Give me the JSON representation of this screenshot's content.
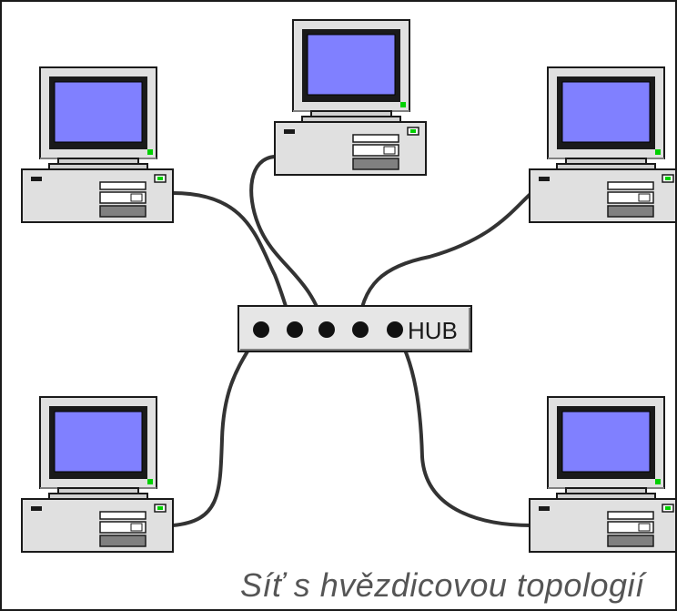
{
  "diagram": {
    "hub_label": "HUB",
    "caption": "Síť s hvězdicovou topologií",
    "computer_count": 5,
    "hub_port_count": 5
  },
  "colors": {
    "screen": "#8080ff",
    "bezel": "#1a1a1a",
    "case": "#e0e0e0",
    "case_shadow": "#808080",
    "led": "#00d000",
    "cable": "#333333",
    "hub_body": "#e6e6e6",
    "port": "#111111",
    "caption": "#555555"
  }
}
